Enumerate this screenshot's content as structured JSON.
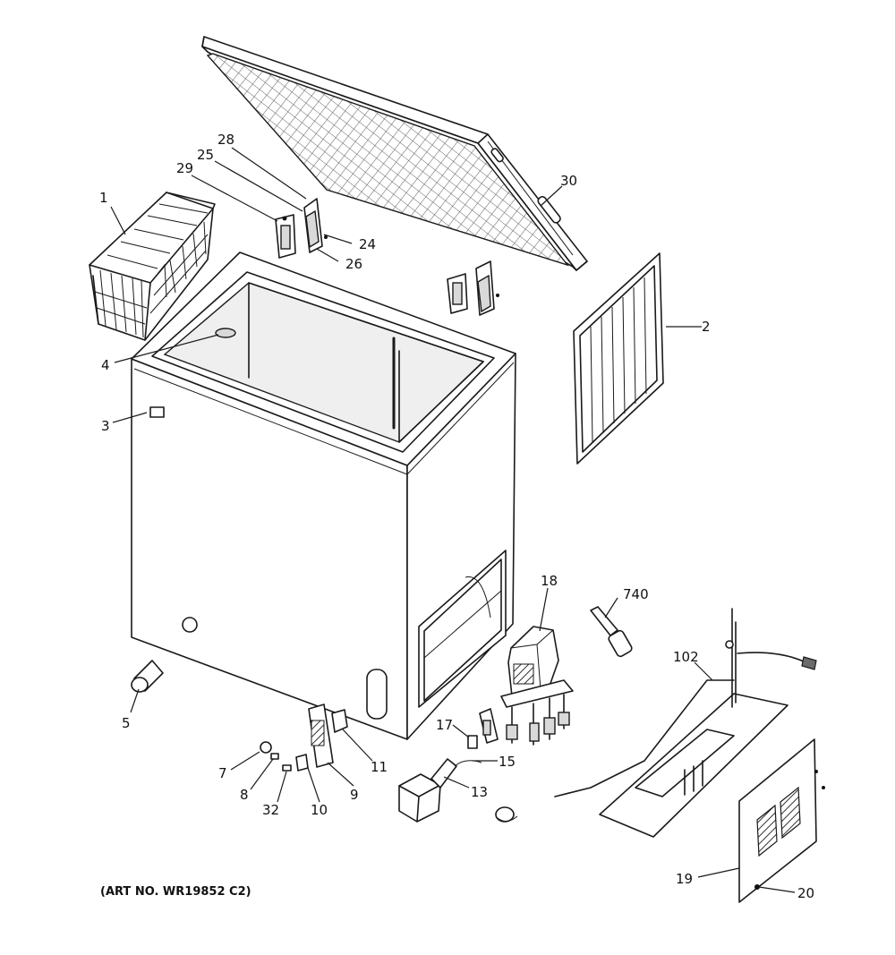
{
  "art_number": "(ART NO. WR19852 C2)",
  "callouts": {
    "c1": "1",
    "c2": "2",
    "c3": "3",
    "c4": "4",
    "c5": "5",
    "c7": "7",
    "c8": "8",
    "c9": "9",
    "c10": "10",
    "c11": "11",
    "c13": "13",
    "c15": "15",
    "c17": "17",
    "c18": "18",
    "c19": "19",
    "c20": "20",
    "c24": "24",
    "c25": "25",
    "c26": "26",
    "c28": "28",
    "c29": "29",
    "c30": "30",
    "c32": "32",
    "c102": "102",
    "c740": "740"
  }
}
